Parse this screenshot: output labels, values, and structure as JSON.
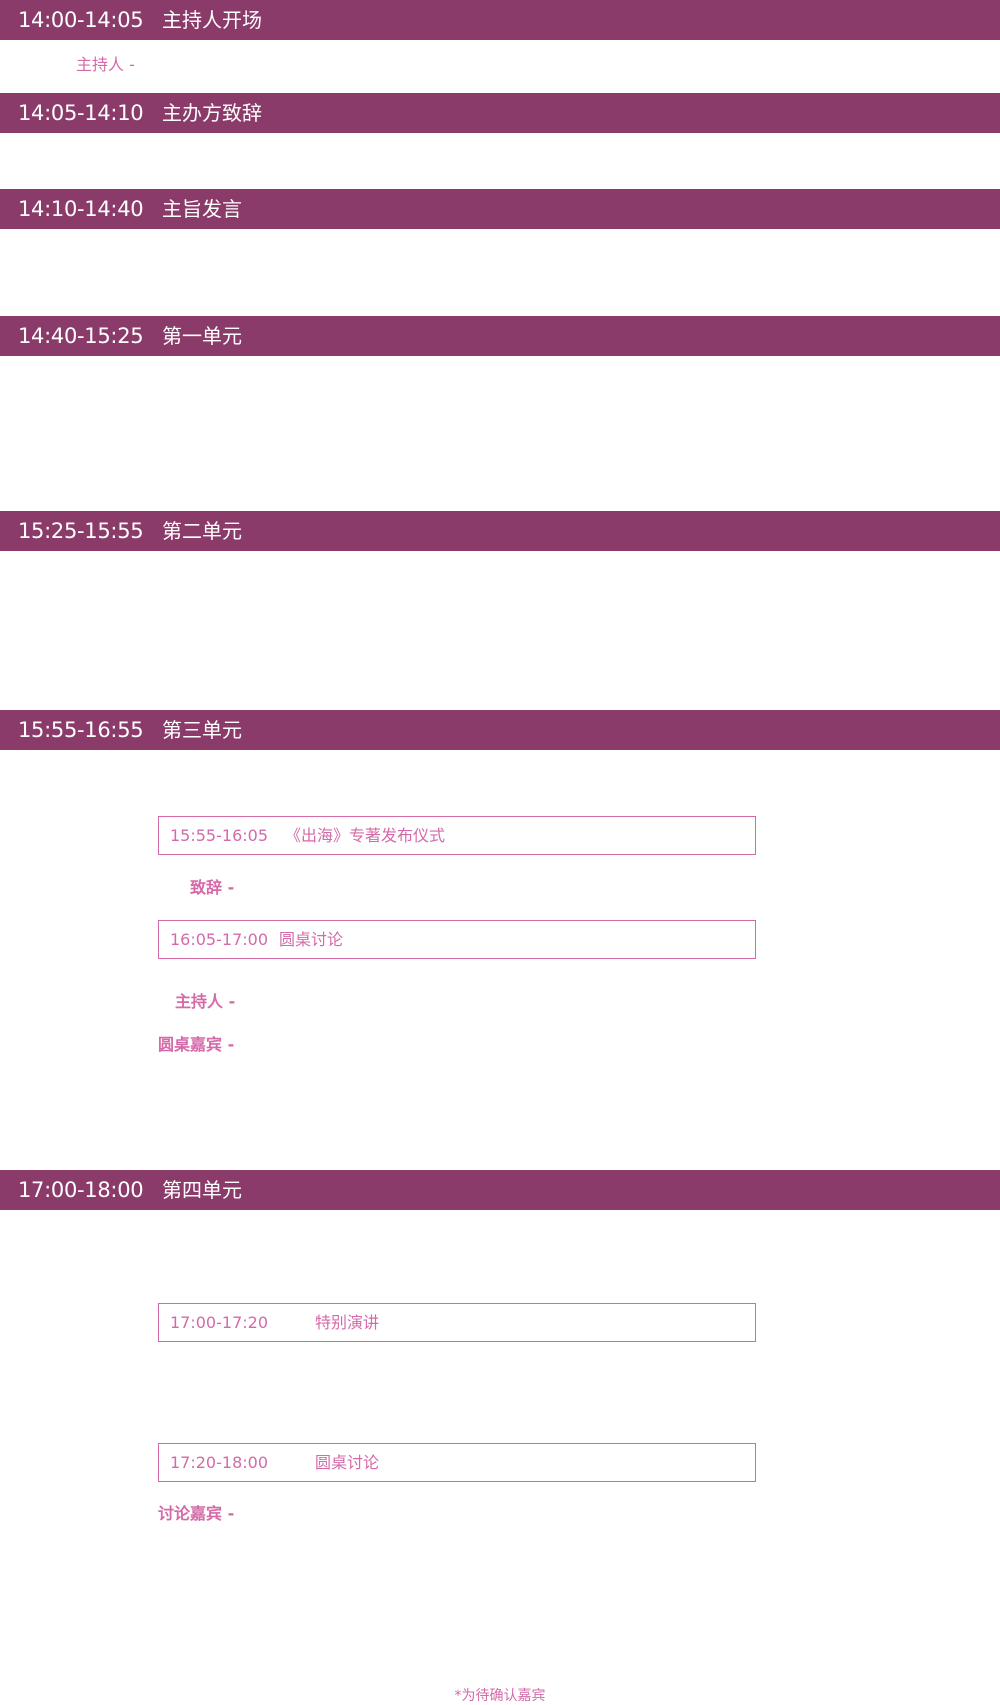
{
  "sessions": [
    {
      "time": "14:00-14:05",
      "title": "主持人开场"
    },
    {
      "time": "14:05-14:10",
      "title": "主办方致辞"
    },
    {
      "time": "14:10-14:40",
      "title": "主旨发言"
    },
    {
      "time": "14:40-15:25",
      "title": "第一单元"
    },
    {
      "time": "15:25-15:55",
      "title": "第二单元"
    },
    {
      "time": "15:55-16:55",
      "title": "第三单元"
    },
    {
      "time": "17:00-18:00",
      "title": "第四单元"
    }
  ],
  "opening": {
    "host_label": "主持人 -"
  },
  "unit3": {
    "items": [
      {
        "time": "15:55-16:05",
        "title": "《出海》专著发布仪式"
      },
      {
        "time": "16:05-17:00",
        "title": "圆桌讨论"
      }
    ],
    "speech_label": "致辞 -",
    "host_label": "主持人 -",
    "guests_label": "圆桌嘉宾 -"
  },
  "unit4": {
    "items": [
      {
        "time": "17:00-17:20",
        "title": "特别演讲"
      },
      {
        "time": "17:20-18:00",
        "title": "圆桌讨论"
      }
    ],
    "guests_label": "讨论嘉宾 -"
  },
  "footnote": "*为待确认嘉宾"
}
